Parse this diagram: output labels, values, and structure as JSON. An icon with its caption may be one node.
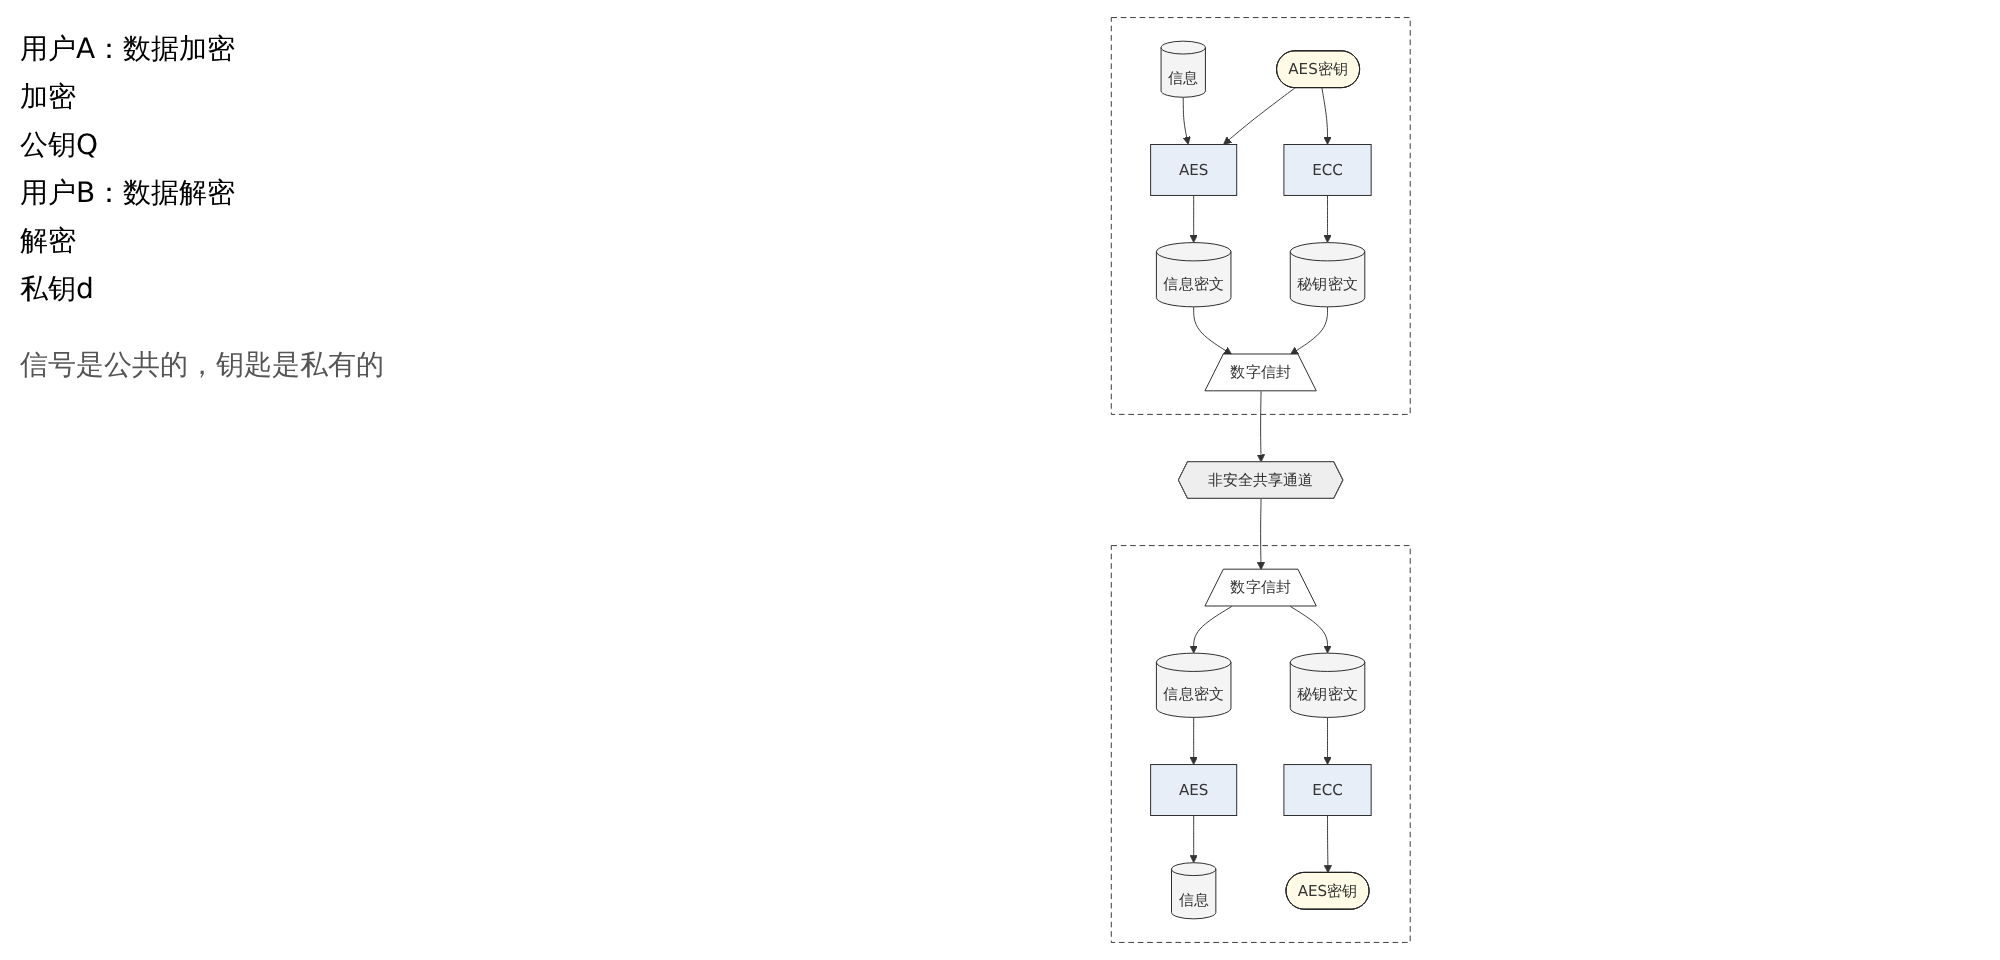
{
  "diagram": {
    "caption": "信号是公共的，钥匙是私有的",
    "nodes": [
      {
        "text": [],
        "shape": "box"
      },
      {
        "text": [
          "信息"
        ],
        "in": 0
      },
      {
        "text": [
          "AES密钥"
        ],
        "in": 0
      },
      {
        "text": [
          "AES"
        ],
        "in": 0
      },
      {
        "text": [
          "ECC"
        ],
        "in": 0
      },
      {
        "text": [
          "信息密文"
        ],
        "in": 0
      },
      {
        "text": [
          "秘钥密文"
        ],
        "in": 0
      },
      {
        "text": [
          "数字信封"
        ],
        "in": 0
      },
      {
        "text": [],
        "shape": "box"
      },
      {
        "text": [
          "信息"
        ],
        "in": 8
      },
      {
        "text": [
          "AES密钥"
        ],
        "in": 8
      },
      {
        "text": [
          "AES"
        ],
        "in": 8
      },
      {
        "text": [
          "ECC"
        ],
        "in": 8
      },
      {
        "text": [
          "信息密文"
        ],
        "in": 8
      },
      {
        "text": [
          "秘钥密文"
        ],
        "in": 8
      },
      {
        "text": [
          "数字信封"
        ],
        "in": 8
      },
      {
        "text": [
          "非安全共享通道"
        ]
      }
    ],
    "edges": [
      {
        "from": 1,
        "to": 3,
        "arrow": "to"
      },
      {
        "from": 2,
        "to": 4,
        "arrow": "to"
      },
      {
        "from": 2,
        "to": 3,
        "arrow": "to"
      },
      {
        "from": 3,
        "to": 5,
        "arrow": "to"
      },
      {
        "from": 4,
        "to": 6,
        "arrow": "to"
      },
      {
        "from": 5,
        "to": 7,
        "arrow": "to"
      },
      {
        "from": 6,
        "to": 7,
        "arrow": "to"
      },
      {
        "from": 7,
        "to": 16,
        "arrow": "to"
      },
      {
        "from": 16,
        "to": 15,
        "arrow": "to"
      },
      {
        "from": 15,
        "to": 13,
        "arrow": "to"
      },
      {
        "from": 15,
        "to": 14,
        "arrow": "to"
      },
      {
        "from": 13,
        "to": 11,
        "arrow": "to"
      },
      {
        "from": 14,
        "to": 12,
        "arrow": "to"
      },
      {
        "from": 11,
        "to": 9,
        "arrow": "to"
      },
      {
        "from": 12,
        "to": 10,
        "arrow": "to"
      }
    ],
    "labels": [
      "用户A：数据加密",
      "加密",
      "公钥Q",
      "用户B：数据解密",
      "解密",
      "私钥d"
    ]
  }
}
